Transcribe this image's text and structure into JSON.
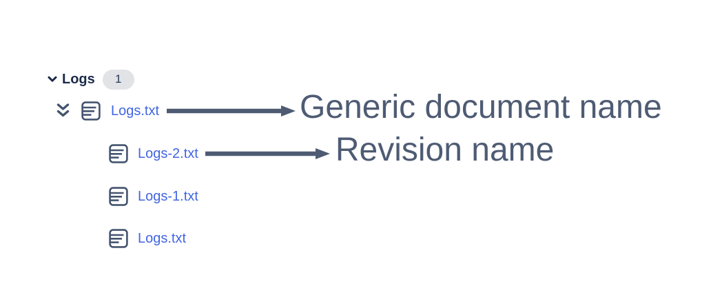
{
  "section": {
    "title": "Logs",
    "count": "1"
  },
  "files": {
    "parent": "Logs.txt",
    "revisions": [
      "Logs-2.txt",
      "Logs-1.txt",
      "Logs.txt"
    ]
  },
  "annotations": {
    "generic_label": "Generic document name",
    "revision_label": "Revision name"
  },
  "icons": {
    "section_toggle": "chevron-down",
    "expand_all": "double-chevron-down",
    "file": "document-text",
    "annotation_pointer": "arrow-right"
  },
  "colors": {
    "link_blue": "#4165e2",
    "header_navy": "#1c2b4a",
    "icon_slate": "#44546f",
    "annotation_slate": "#4e5b73",
    "badge_bg": "#e2e3e6",
    "badge_text": "#253858"
  }
}
